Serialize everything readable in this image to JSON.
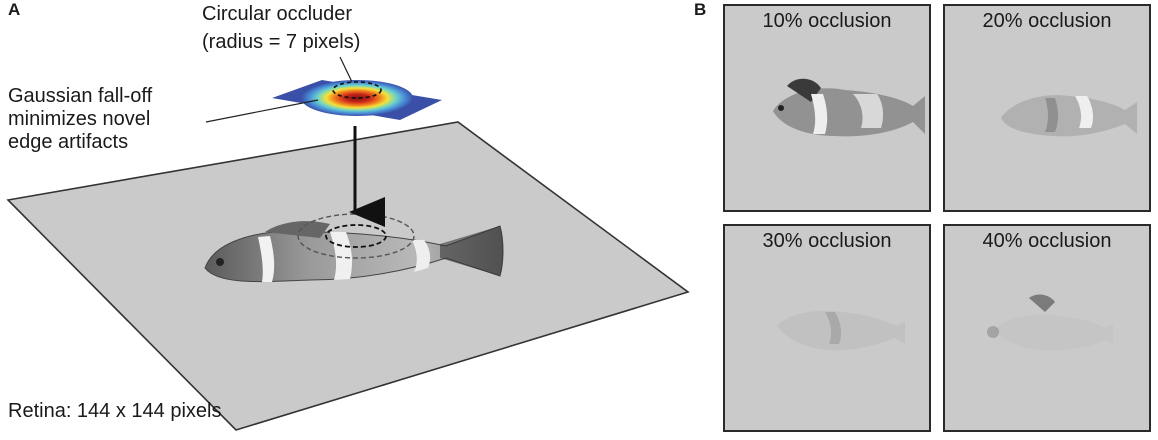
{
  "panel_a": {
    "letter": "A",
    "occluder_label_line1": "Circular occluder",
    "occluder_label_line2": "(radius = 7 pixels)",
    "falloff_label": "Gaussian fall-off\nminimizes novel\nedge artifacts",
    "retina_label": "Retina: 144 x 144 pixels"
  },
  "panel_b": {
    "letter": "B",
    "tiles": [
      {
        "label": "10% occlusion"
      },
      {
        "label": "20% occlusion"
      },
      {
        "label": "30% occlusion"
      },
      {
        "label": "40% occlusion"
      }
    ]
  },
  "colors": {
    "background_plane": "#cacaca",
    "occluder_center": "#8b1a12",
    "occluder_edge": "#3a4fa8",
    "fish_dark": "#3a3a3a",
    "fish_light": "#e8e8e8"
  }
}
